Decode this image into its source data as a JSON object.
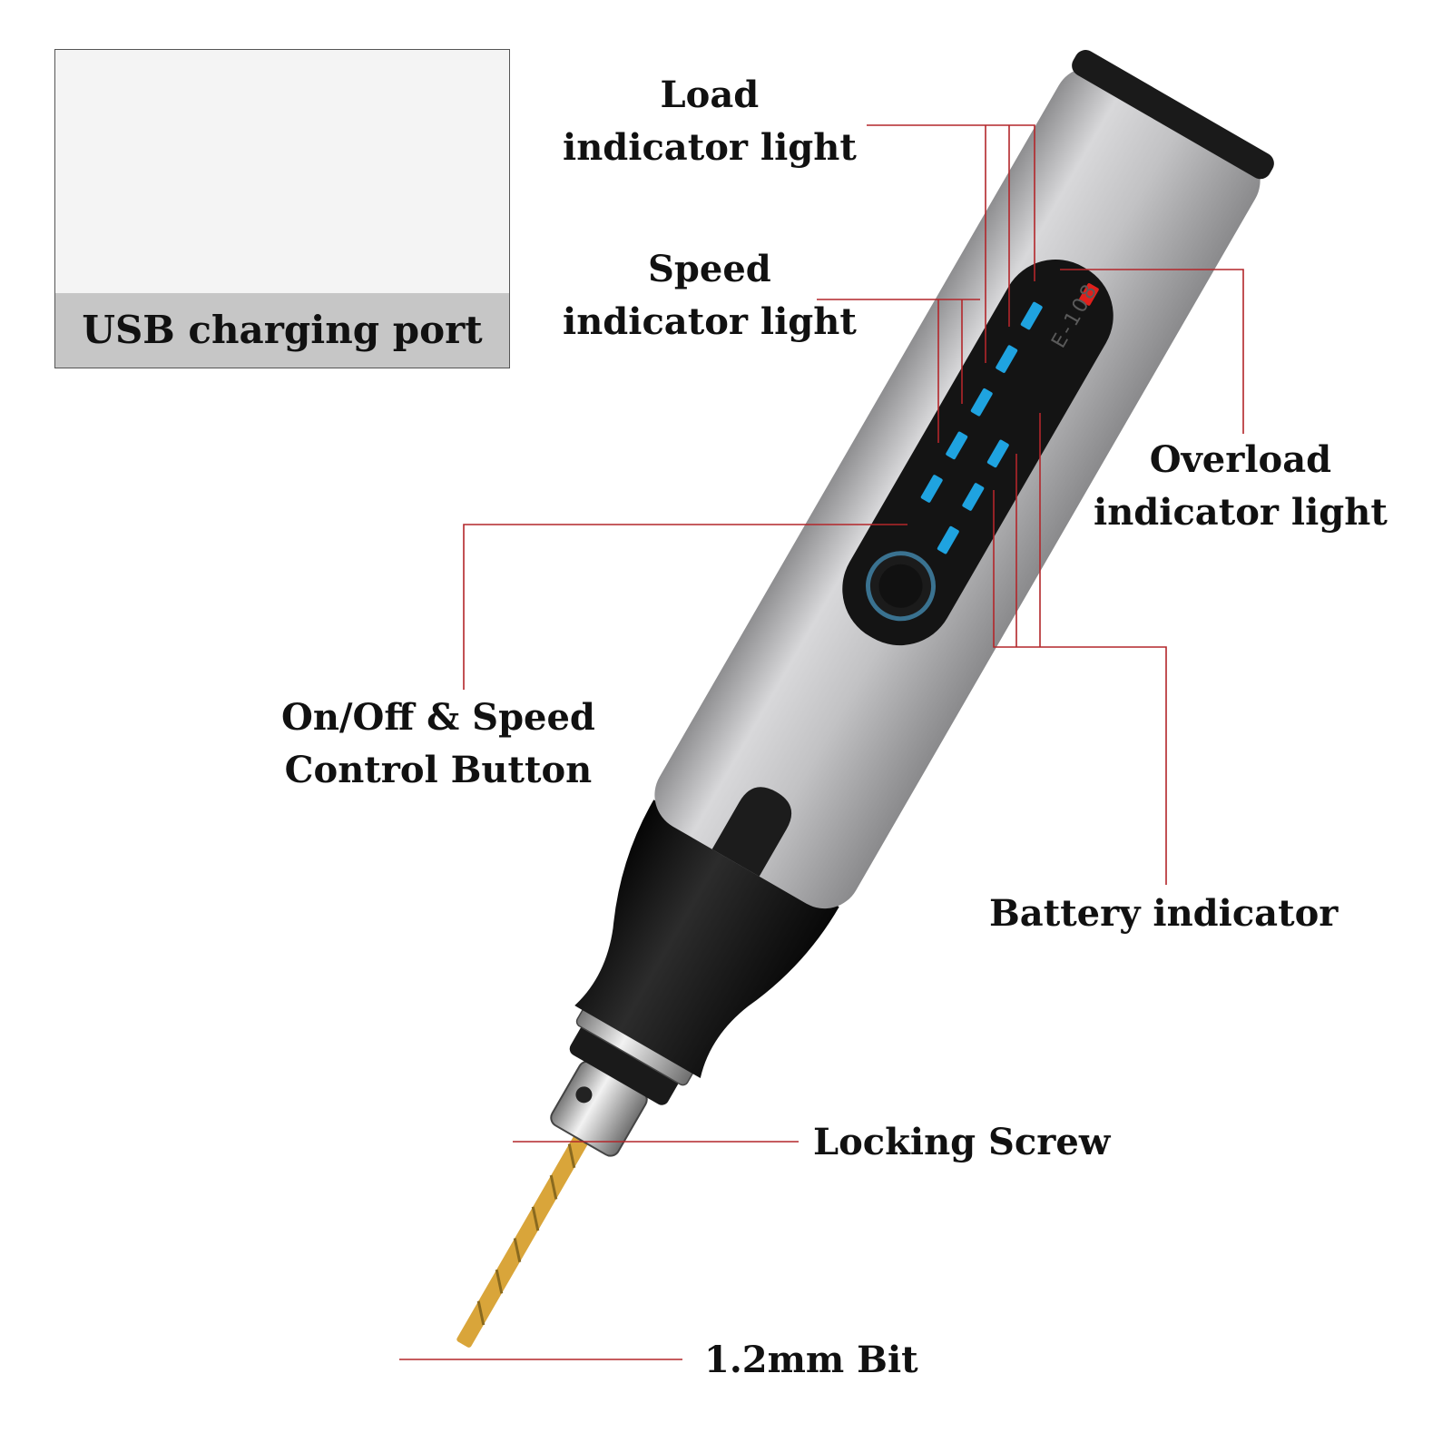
{
  "inset": {
    "caption": "USB charging port"
  },
  "device": {
    "model_marking": "E-108",
    "body_color": "#c4c4c6",
    "grip_color": "#1c1c1c",
    "panel_color": "#141414",
    "speed_led_color": "#1fa3e0",
    "overload_led_color": "#e0201c",
    "bit_color": "#d9a53a"
  },
  "callouts": {
    "line_color": "#b3262a",
    "load_indicator": [
      "Load",
      "indicator light"
    ],
    "speed_indicator": [
      "Speed",
      "indicator light"
    ],
    "overload_indicator": [
      "Overload",
      "indicator light"
    ],
    "power_button": [
      "On/Off & Speed",
      "Control Button"
    ],
    "battery_indicator": "Battery indicator",
    "locking_screw": "Locking Screw",
    "bit": "1.2mm Bit"
  }
}
